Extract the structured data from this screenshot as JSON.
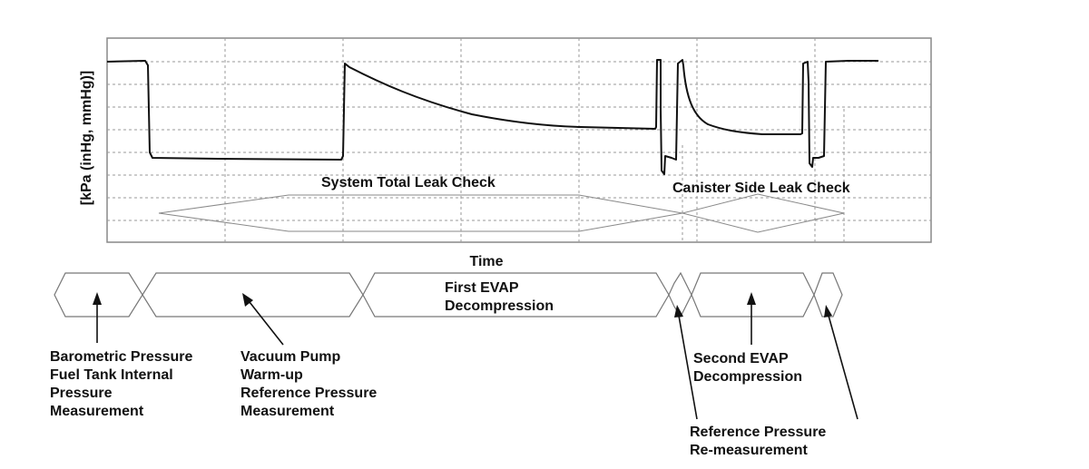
{
  "chart": {
    "y_axis_label": "[kPa (inHg, mmHg)]",
    "x_axis_label": "Time",
    "band_labels": {
      "system_total": "System Total Leak Check",
      "canister_side": "Canister Side Leak Check"
    }
  },
  "phases": [
    {
      "id": "barometric",
      "label_lines": []
    },
    {
      "id": "vacuum-pump",
      "label_lines": []
    },
    {
      "id": "first-evap",
      "label_lines": [
        "First EVAP",
        "Decompression"
      ]
    },
    {
      "id": "ref-remeasure",
      "label_lines": []
    },
    {
      "id": "second-evap",
      "label_lines": []
    },
    {
      "id": "final",
      "label_lines": []
    }
  ],
  "captions": {
    "barometric": [
      "Barometric Pressure",
      "Fuel Tank Internal",
      "Pressure",
      "Measurement"
    ],
    "vacuum_pump": [
      "Vacuum Pump",
      "Warm-up",
      "Reference Pressure",
      "Measurement"
    ],
    "second_evap": [
      "Second EVAP",
      "Decompression"
    ],
    "reference_remeasure": [
      "Reference Pressure",
      "Re-measurement"
    ]
  },
  "colors": {
    "trace": "#111111",
    "grid": "#9a9a9a",
    "frame": "#888888"
  }
}
